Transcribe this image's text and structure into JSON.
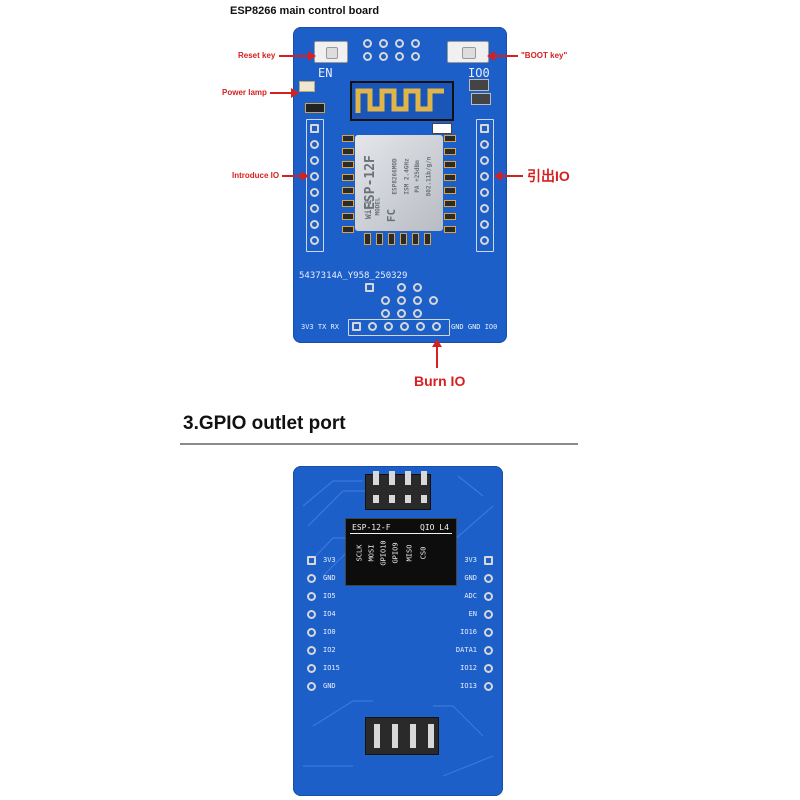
{
  "header": {
    "title": "ESP8266 main control board"
  },
  "callouts": {
    "reset_key": "Reset key",
    "boot_key": "\"BOOT key\"",
    "power_lamp": "Power lamp",
    "introduce_io": "Introduce IO",
    "lead_io_cn": "引出IO",
    "burn_io": "Burn IO"
  },
  "top_board": {
    "en_label": "EN",
    "io0_label": "IO0",
    "serial_text": "5437314A_Y958_250329",
    "bottom_left_label": "3V3 TX RX",
    "bottom_right_label": "GND GND IO0",
    "module_lines": [
      "ESP-12F",
      "ESP8266MOD",
      "ISM 2.4GHz",
      "PA +25dBm",
      "802.11b/g/n"
    ],
    "module_fcc": "FC",
    "module_model": "MODEL",
    "module_wifi": "WiFi"
  },
  "section": {
    "title": "3.GPIO outlet port"
  },
  "bottom_board": {
    "chip_title": "ESP-12-F",
    "chip_subtitle": "QIO L4",
    "chip_pins": [
      "SCLK",
      "MOSI",
      "GPIO10",
      "GPIO9",
      "MISO",
      "CS0"
    ],
    "left_pins": [
      "3V3",
      "GND",
      "IO5",
      "IO4",
      "IO0",
      "IO2",
      "IO15",
      "GND"
    ],
    "right_pins": [
      "3V3",
      "GND",
      "ADC",
      "EN",
      "IO16",
      "DATA1",
      "IO12",
      "IO13"
    ]
  },
  "colors": {
    "board_blue": "#1d5fc9",
    "callout_red": "#d62020"
  }
}
